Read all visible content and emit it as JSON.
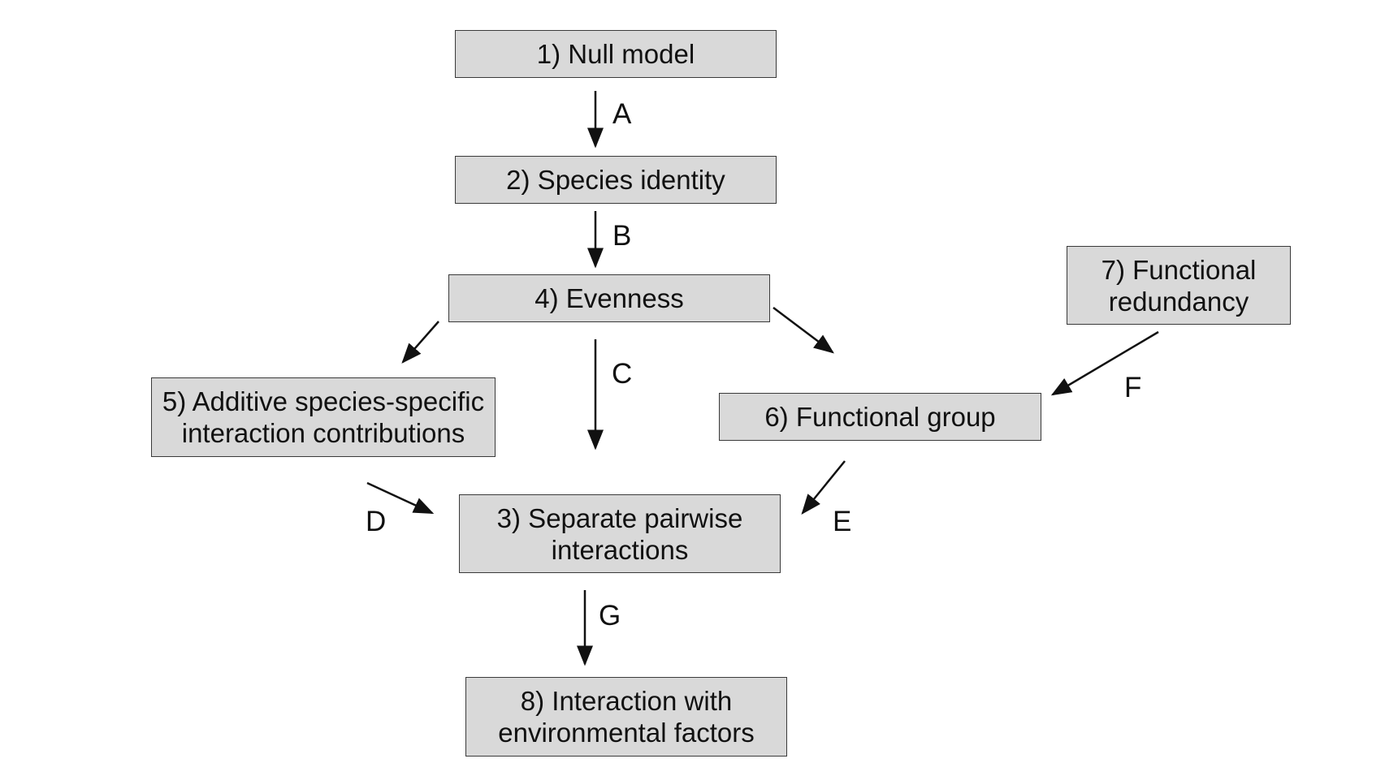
{
  "diagram": {
    "nodes": {
      "n1": {
        "lines": [
          "1) Null model"
        ]
      },
      "n2": {
        "lines": [
          "2) Species identity"
        ]
      },
      "n3": {
        "lines": [
          "3) Separate pairwise",
          "interactions"
        ]
      },
      "n4": {
        "lines": [
          "4) Evenness"
        ]
      },
      "n5": {
        "lines": [
          "5) Additive species-specific",
          "interaction contributions"
        ]
      },
      "n6": {
        "lines": [
          "6) Functional group"
        ]
      },
      "n7": {
        "lines": [
          "7) Functional",
          "redundancy"
        ]
      },
      "n8": {
        "lines": [
          "8) Interaction with",
          "environmental factors"
        ]
      }
    },
    "edges": {
      "A": {
        "label": "A",
        "from": "1) Null model",
        "to": "2) Species identity"
      },
      "B": {
        "label": "B",
        "from": "2) Species identity",
        "to": "4) Evenness"
      },
      "C": {
        "label": "C",
        "from": "4) Evenness",
        "to": "3) Separate pairwise interactions"
      },
      "D": {
        "label": "D",
        "from": "5) Additive species-specific interaction contributions",
        "to": "3) Separate pairwise interactions"
      },
      "E": {
        "label": "E",
        "from": "6) Functional group",
        "to": "3) Separate pairwise interactions"
      },
      "F": {
        "label": "F",
        "from": "7) Functional redundancy",
        "to": "6) Functional group"
      },
      "G": {
        "label": "G",
        "from": "3) Separate pairwise interactions",
        "to": "8) Interaction with environmental factors"
      },
      "evenness_to_additive": {
        "label": "",
        "from": "4) Evenness",
        "to": "5) Additive species-specific interaction contributions"
      },
      "evenness_to_functional": {
        "label": "",
        "from": "4) Evenness",
        "to": "6) Functional group"
      }
    },
    "colors": {
      "box_fill": "#d9d9d9",
      "box_border": "#3a3a3a",
      "line": "#111111"
    }
  }
}
